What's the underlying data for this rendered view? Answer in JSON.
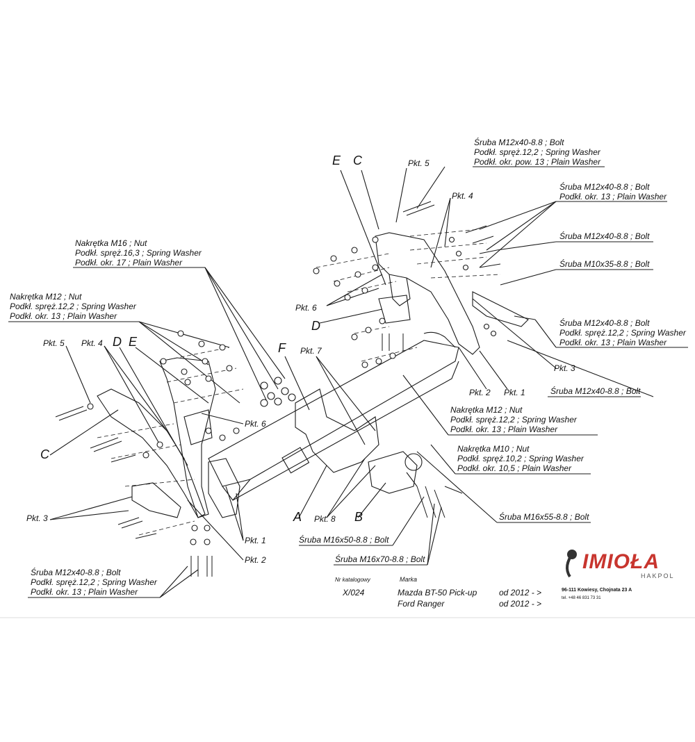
{
  "callouts": {
    "top_bolt_group": [
      "Śruba M12x40-8.8 ;  Bolt",
      "Podkł. spręż.12,2 ; Spring Washer",
      "Podkł. okr. pow. 13 ; Plain Washer"
    ],
    "right_bolt_1": [
      "Śruba M12x40-8.8 ;  Bolt",
      "Podkł. okr. 13 ; Plain Washer"
    ],
    "right_bolt_2": [
      "Śruba M12x40-8.8 ;  Bolt"
    ],
    "right_bolt_3": [
      "Śruba M10x35-8.8 ;  Bolt"
    ],
    "right_bolt_4": [
      "Śruba M12x40-8.8 ;  Bolt",
      "Podkł. spręż.12,2 ; Spring Washer",
      "Podkł. okr. 13 ; Plain Washer"
    ],
    "right_bolt_5": [
      "Śruba M12x40-8.8 ;  Bolt"
    ],
    "nut_m16": [
      "Nakrętka  M16 ; Nut",
      "Podkł. spręż.16,3 ; Spring Washer",
      "Podkł. okr. 17 ; Plain Washer"
    ],
    "nut_m12_left": [
      "Nakrętka  M12 ; Nut",
      "Podkł. spręż.12,2 ; Spring Washer",
      "Podkł. okr. 13 ; Plain Washer"
    ],
    "nut_m12_mid": [
      "Nakrętka  M12 ; Nut",
      "Podkł. spręż.12,2 ; Spring Washer",
      "Podkł. okr. 13 ; Plain Washer"
    ],
    "nut_m10": [
      "Nakrętka  M10 ; Nut",
      "Podkł. spręż.10,2 ; Spring Washer",
      "Podkł. okr. 10,5 ; Plain Washer"
    ],
    "bolt_m16_55": [
      "Śruba M16x55-8.8 ;  Bolt"
    ],
    "bolt_m16_50": [
      "Śruba M16x50-8.8 ;  Bolt"
    ],
    "bolt_m16_70": [
      "Śruba M16x70-8.8 ;  Bolt"
    ],
    "bottom_left_bolt": [
      "Śruba M12x40-8.8 ;  Bolt",
      "Podkł. spręż.12,2 ; Spring Washer",
      "Podkł. okr. 13 ; Plain Washer"
    ]
  },
  "pkt": {
    "p5_top": "Pkt. 5",
    "p4_top": "Pkt. 4",
    "p6_right": "Pkt. 6",
    "p3": "Pkt. 3",
    "p2_right": "Pkt. 2",
    "p1_right": "Pkt. 1",
    "p7": "Pkt. 7",
    "p5_left": "Pkt. 5",
    "p4_left": "Pkt. 4",
    "p6_left": "Pkt. 6",
    "p3_left": "Pkt. 3",
    "p8": "Pkt. 8",
    "p1_left": "Pkt. 1",
    "p2_left": "Pkt. 2"
  },
  "letters": {
    "E_top": "E",
    "C_top": "C",
    "D_right": "D",
    "D_left": "D",
    "E_left": "E",
    "F": "F",
    "C_left": "C",
    "A": "A",
    "B": "B"
  },
  "title_block": {
    "catalog_label": "Nr katalogowy",
    "catalog_no": "X/024",
    "make_label": "Marka",
    "model_1": "Mazda BT-50 Pick-up",
    "model_1_from": "od 2012 - >",
    "model_2": "Ford Ranger",
    "model_2_from": "od 2012 - >"
  },
  "logo": {
    "brand": "IMIOŁA",
    "sub": "HAKPOL",
    "address": "96-111 Kowiesy, Chojnata 23 A",
    "phone": "tel. +48 46 831 73 31",
    "brand_color": "#c8352e"
  },
  "colors": {
    "line": "#1a1a1a",
    "paper": "#ffffff"
  }
}
